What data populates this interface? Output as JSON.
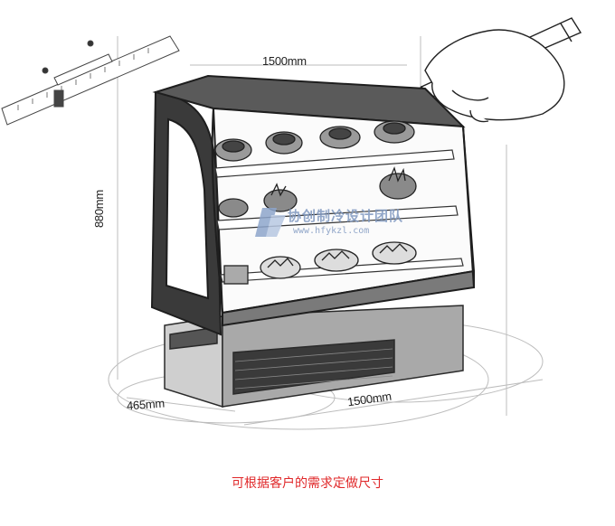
{
  "dimensions": {
    "width_top": "1500mm",
    "width_bottom": "1500mm",
    "depth": "465mm",
    "height": "880mm"
  },
  "watermark": {
    "name": "协创制冷设计团队",
    "url": "www.hfykzl.com"
  },
  "caption": "可根据客户的需求定做尺寸",
  "colors": {
    "caption": "#e0282a",
    "watermark": "#7f98c0",
    "line": "#2a2a2a"
  }
}
